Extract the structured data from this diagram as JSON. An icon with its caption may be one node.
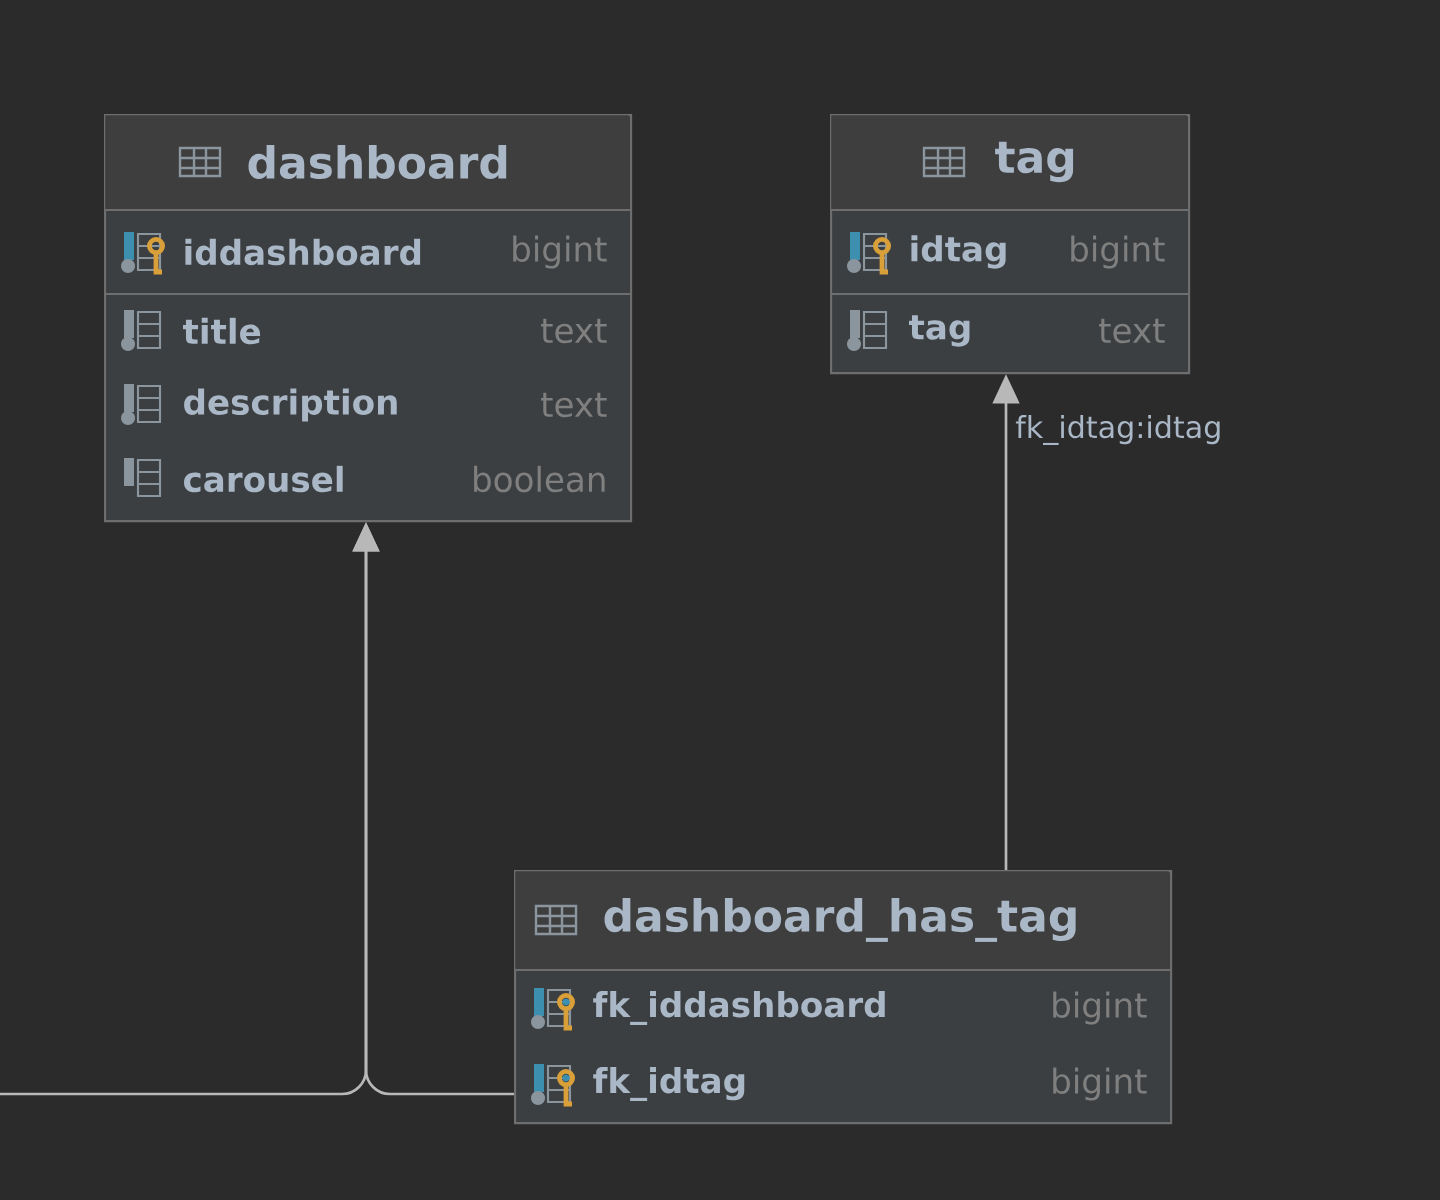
{
  "diagram": {
    "nodes": [
      {
        "text": [
          "dashboard"
        ]
      },
      {
        "text": [
          "iddashboard",
          "bigint"
        ],
        "in": 0
      },
      {
        "text": [
          "title",
          "text"
        ],
        "in": 0
      },
      {
        "text": [
          "description",
          "text"
        ],
        "in": 0
      },
      {
        "text": [
          "carousel",
          "boolean"
        ],
        "in": 0
      },
      {
        "text": [
          "tag"
        ]
      },
      {
        "text": [
          "idtag",
          "bigint"
        ],
        "in": 5
      },
      {
        "text": [
          "tag",
          "text"
        ],
        "in": 5
      },
      {
        "text": [
          "dashboard_has_tag"
        ]
      },
      {
        "text": [
          "fk_iddashboard",
          "bigint"
        ],
        "in": 8
      },
      {
        "text": [
          "fk_idtag",
          "bigint"
        ],
        "in": 8
      }
    ],
    "edges": [
      {
        "from": 8,
        "to": 0,
        "arrow": "to"
      },
      {
        "from": null,
        "to": 0,
        "arrow": "to"
      },
      {
        "from": 8,
        "to": 5,
        "arrow": "to",
        "label": "fk_idtag:idtag"
      }
    ]
  }
}
